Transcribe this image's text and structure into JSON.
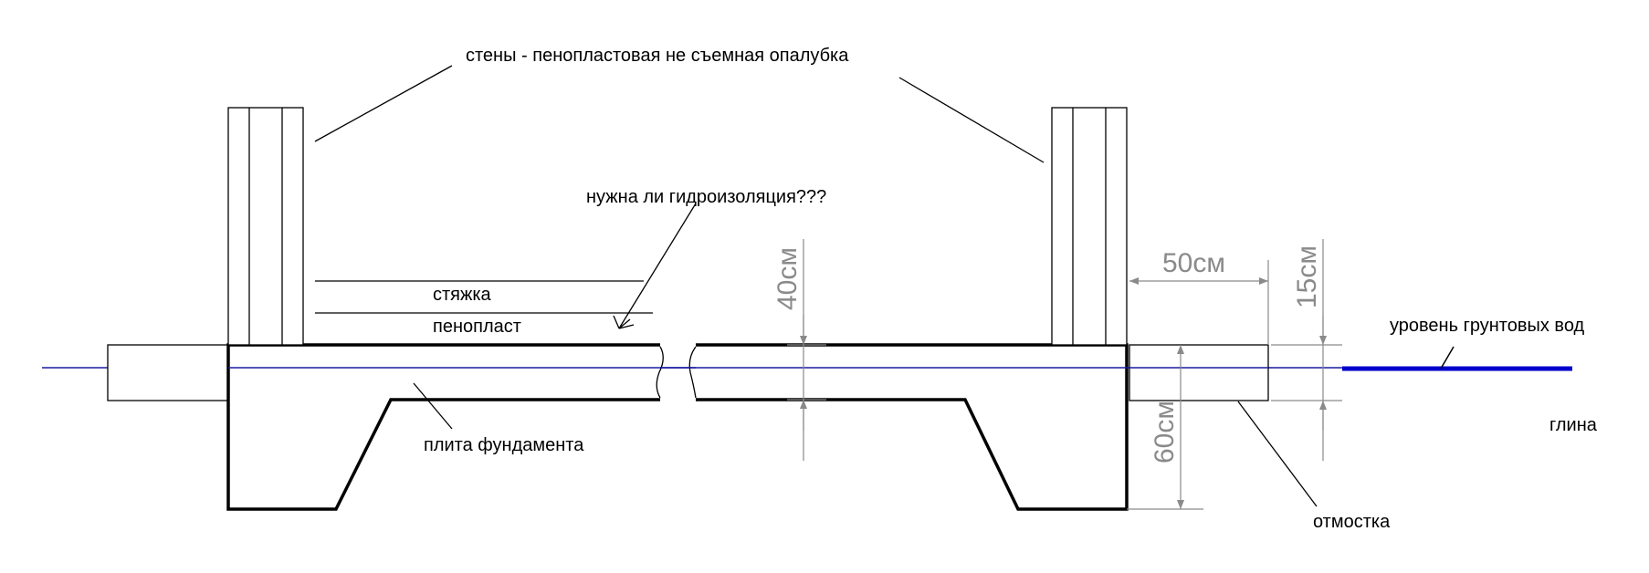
{
  "labels": {
    "walls": "стены - пенопластовая не съемная опалубка",
    "waterproofing": "нужна ли гидроизоляция???",
    "screed": "стяжка",
    "foam": "пенопласт",
    "slab": "плита фундамента",
    "blind_area": "отмостка",
    "groundwater": "уровень грунтовых вод",
    "clay": "глина"
  },
  "dimensions": {
    "slab_depth": "40см",
    "blind_area_width": "50см",
    "blind_area_thickness": "15см",
    "footing_depth": "60см"
  },
  "colors": {
    "outline": "#000000",
    "dimension": "#8a8a8a",
    "water_line": "#1a1aa0",
    "water_marker": "#0000cc"
  }
}
